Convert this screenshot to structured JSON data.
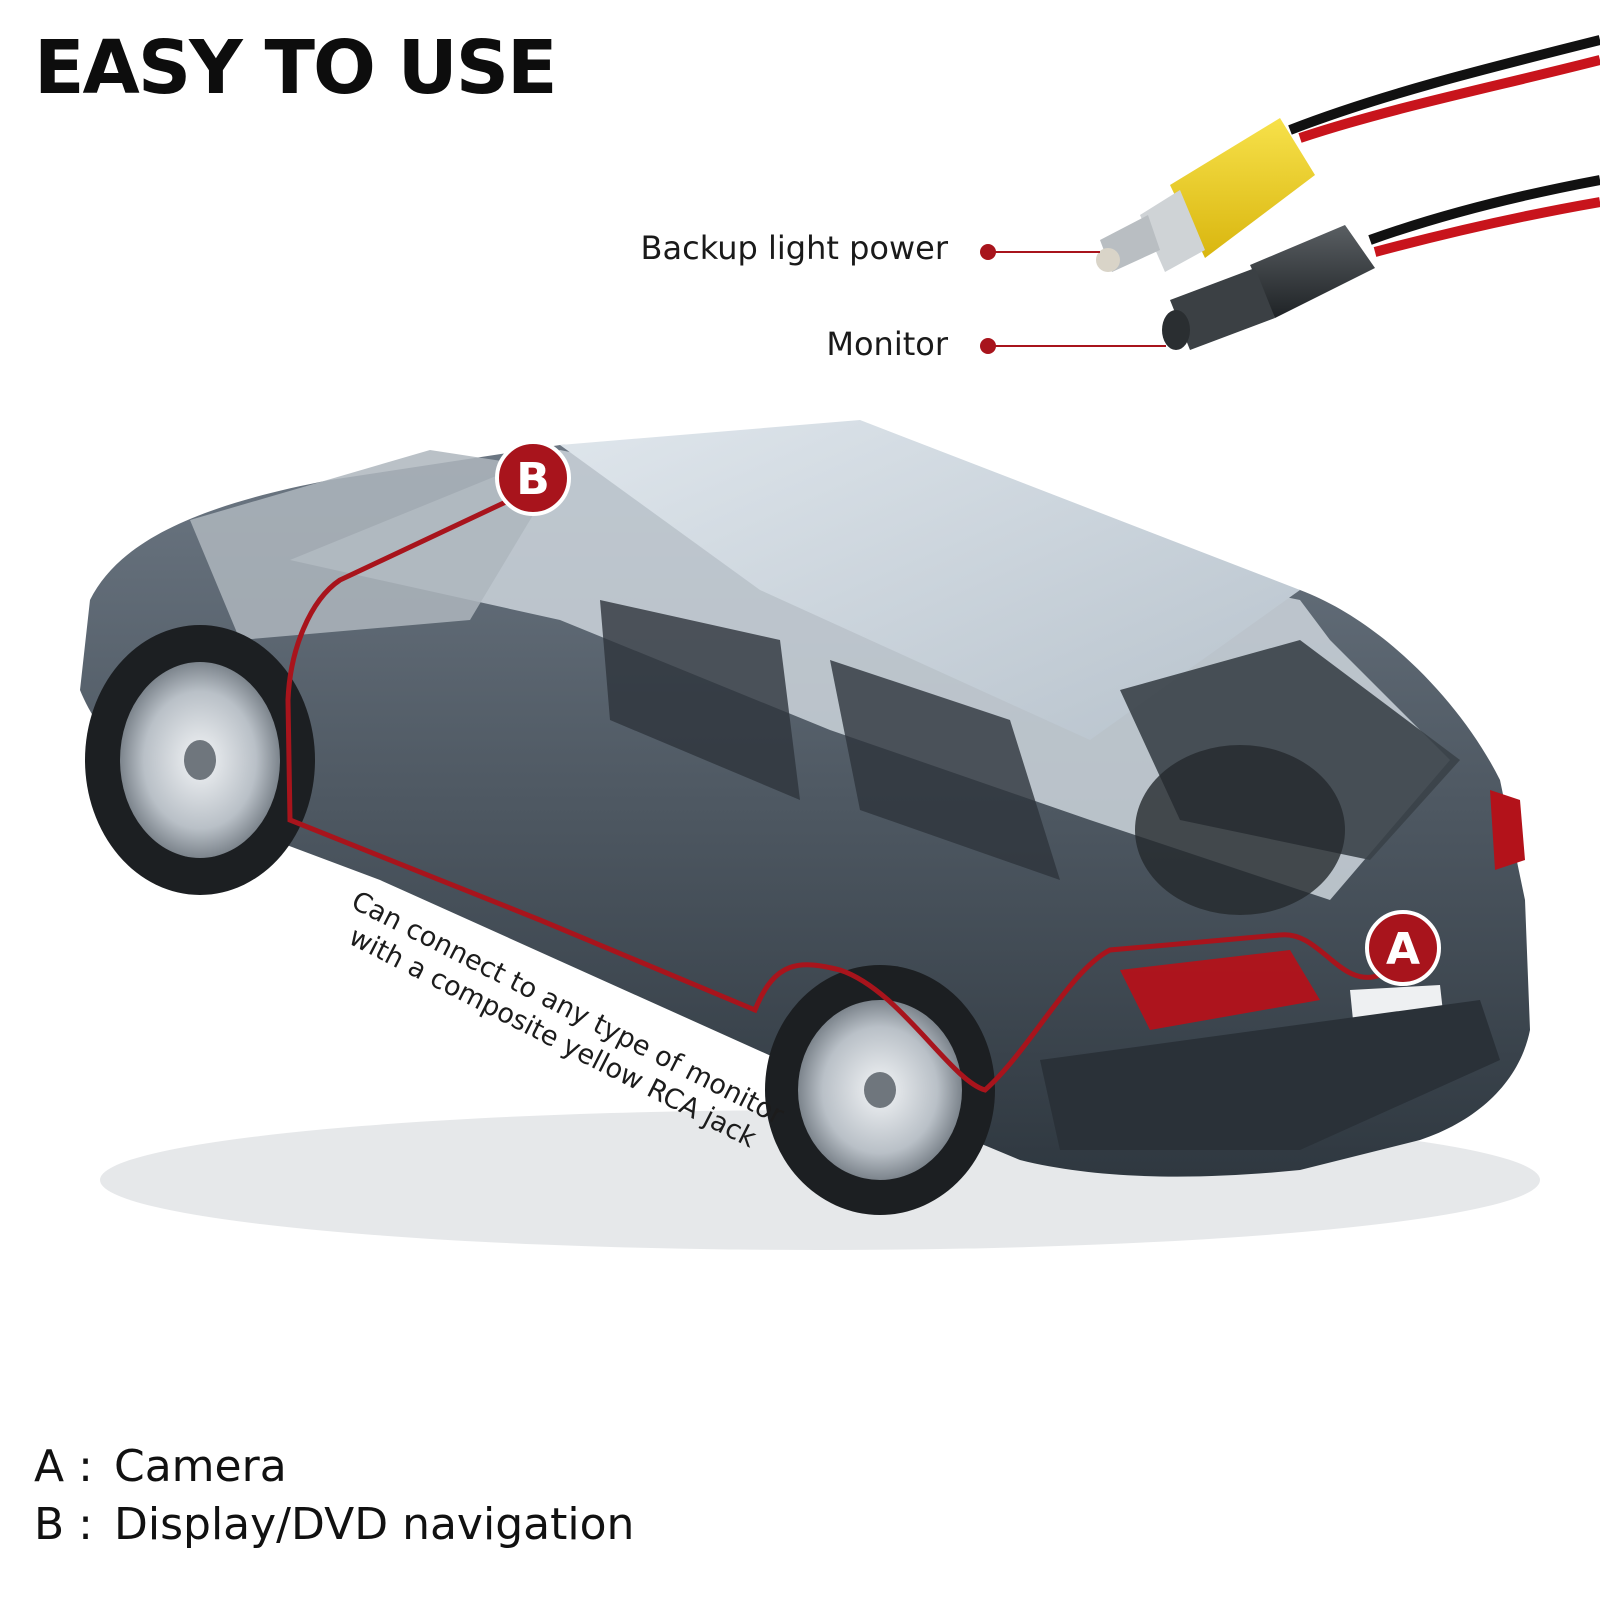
{
  "title": "EASY TO USE",
  "callouts": {
    "backup_light_power": "Backup light power",
    "monitor": "Monitor"
  },
  "markers": {
    "a": "A",
    "b": "B"
  },
  "route_note": "Can connect to any type of monitor with a composite yellow RCA jack",
  "legend": [
    {
      "key": "A :",
      "value": "Camera"
    },
    {
      "key": "B :",
      "value": "Display/DVD navigation"
    }
  ],
  "colors": {
    "accent_red": "#a8141c",
    "rca_yellow": "#f2d21a",
    "car_body": "#4a5560"
  }
}
